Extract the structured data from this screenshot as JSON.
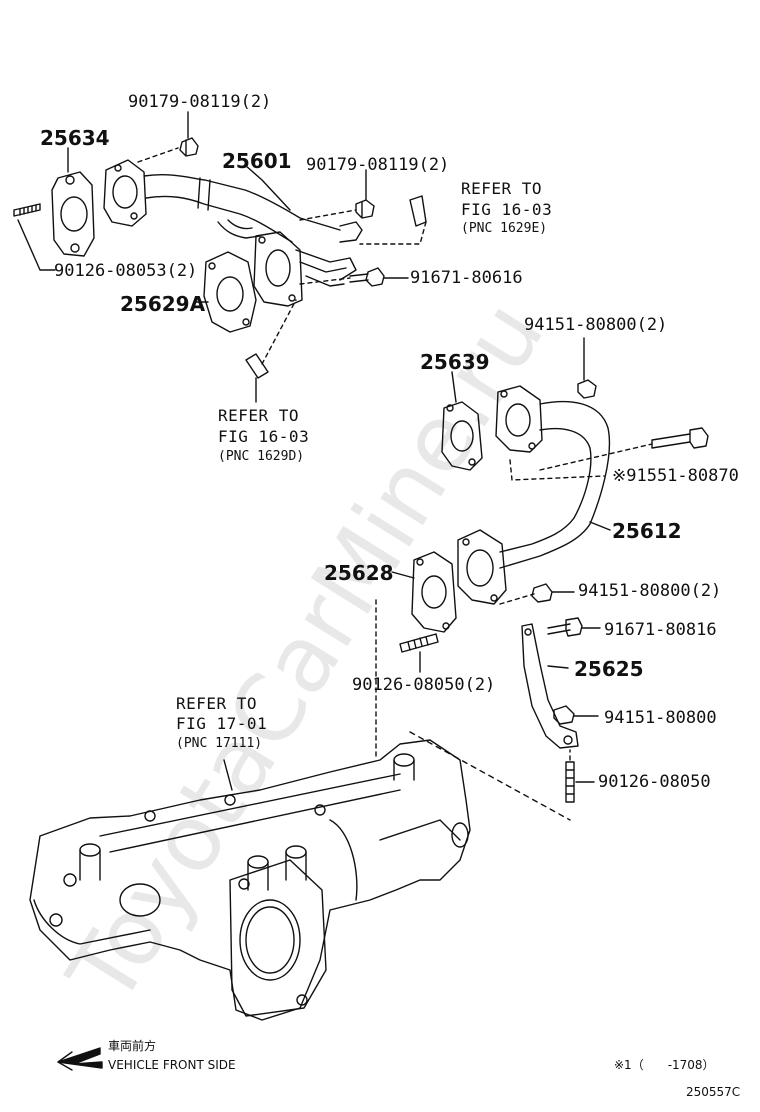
{
  "parts": {
    "p25634": "25634",
    "p25601": "25601",
    "p25629A": "25629A",
    "p25639": "25639",
    "p25612": "25612",
    "p25628": "25628",
    "p25625": "25625",
    "bolt_90179_a": "90179-08119(2)",
    "bolt_90179_b": "90179-08119(2)",
    "stud_90126_08053": "90126-08053(2)",
    "bolt_91671_80616": "91671-80616",
    "nut_94151_top": "94151-80800(2)",
    "bolt_91551": "※91551-80870",
    "nut_94151_mid": "94151-80800(2)",
    "bolt_91671_80816": "91671-80816",
    "stud_90126_08050_2": "90126-08050(2)",
    "nut_94151_single": "94151-80800",
    "stud_90126_08050": "90126-08050"
  },
  "refs": {
    "ref_e": {
      "line1": "REFER TO",
      "line2": "FIG 16-03",
      "line3": "(PNC 1629E)"
    },
    "ref_d": {
      "line1": "REFER TO",
      "line2": "FIG 16-03",
      "line3": "(PNC 1629D)"
    },
    "ref_17": {
      "line1": "REFER TO",
      "line2": "FIG 17-01",
      "line3": "(PNC 17111)"
    }
  },
  "footer": {
    "front_jp": "車両前方",
    "front_en": "VEHICLE FRONT SIDE",
    "note": "※1（　　-1708）",
    "diagram_id": "250557C"
  },
  "watermark": "ToyotaCarMine.ru",
  "colors": {
    "ink": "#111111",
    "watermark": "#e6e6e6"
  }
}
